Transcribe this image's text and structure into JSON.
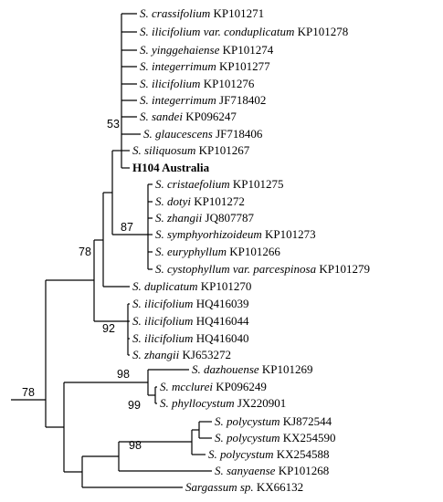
{
  "tree": {
    "tips": [
      {
        "id": "t1",
        "species": "S. crassifolium",
        "acc": "KP101271"
      },
      {
        "id": "t2",
        "species": "S. ilicifolium var. conduplicatum",
        "acc": "KP101278"
      },
      {
        "id": "t3",
        "species": "S. yinggehaiense",
        "acc": "KP101274"
      },
      {
        "id": "t4",
        "species": "S. integerrimum",
        "acc": "KP101277"
      },
      {
        "id": "t5",
        "species": "S. ilicifolium",
        "acc": "KP101276"
      },
      {
        "id": "t6",
        "species": "S. integerrimum",
        "acc": "JF718402"
      },
      {
        "id": "t7",
        "species": "S. sandei",
        "acc": "KP096247"
      },
      {
        "id": "t8",
        "species": "S. glaucescens",
        "acc": "JF718406"
      },
      {
        "id": "t9",
        "species": "S. siliquosum",
        "acc": "KP101267"
      },
      {
        "id": "t10",
        "species": "",
        "acc": "H104 Australia",
        "bold": true
      },
      {
        "id": "t11",
        "species": "S. cristaefolium",
        "acc": "KP101275"
      },
      {
        "id": "t12",
        "species": "S. dotyi",
        "acc": "KP101272"
      },
      {
        "id": "t13",
        "species": "S. zhangii",
        "acc": "JQ807787"
      },
      {
        "id": "t14",
        "species": "S. symphyorhizoideum",
        "acc": "KP101273"
      },
      {
        "id": "t15",
        "species": "S. euryphyllum",
        "acc": "KP101266"
      },
      {
        "id": "t16",
        "species": "S. cystophyllum var. parcespinosa",
        "acc": "KP101279"
      },
      {
        "id": "t17",
        "species": "S. duplicatum",
        "acc": "KP101270"
      },
      {
        "id": "t18",
        "species": "S. ilicifolium",
        "acc": "HQ416039"
      },
      {
        "id": "t19",
        "species": "S. ilicifolium",
        "acc": "HQ416044"
      },
      {
        "id": "t20",
        "species": "S. ilicifolium",
        "acc": "HQ416040"
      },
      {
        "id": "t21",
        "species": "S. zhangii",
        "acc": "KJ653272"
      },
      {
        "id": "t22",
        "species": "S. dazhouense",
        "acc": "KP101269"
      },
      {
        "id": "t23",
        "species": "S. mcclurei",
        "acc": "KP096249"
      },
      {
        "id": "t24",
        "species": "S. phyllocystum",
        "acc": "JX220901"
      },
      {
        "id": "t25",
        "species": "S. polycystum",
        "acc": "KJ872544"
      },
      {
        "id": "t26",
        "species": "S. polycystum",
        "acc": "KX254590"
      },
      {
        "id": "t27",
        "species": "S. polycystum",
        "acc": "KX254588"
      },
      {
        "id": "t28",
        "species": "S. sanyaense",
        "acc": "KP101268"
      },
      {
        "id": "t29",
        "species": "Sargassum sp.",
        "acc": "KX66132"
      }
    ],
    "supports": [
      {
        "id": "s53",
        "value": "53"
      },
      {
        "id": "s87",
        "value": "87"
      },
      {
        "id": "s78inner",
        "value": "78"
      },
      {
        "id": "s92",
        "value": "92"
      },
      {
        "id": "s98a",
        "value": "98"
      },
      {
        "id": "s99",
        "value": "99"
      },
      {
        "id": "s98b",
        "value": "98"
      },
      {
        "id": "s78root",
        "value": "78"
      }
    ]
  }
}
